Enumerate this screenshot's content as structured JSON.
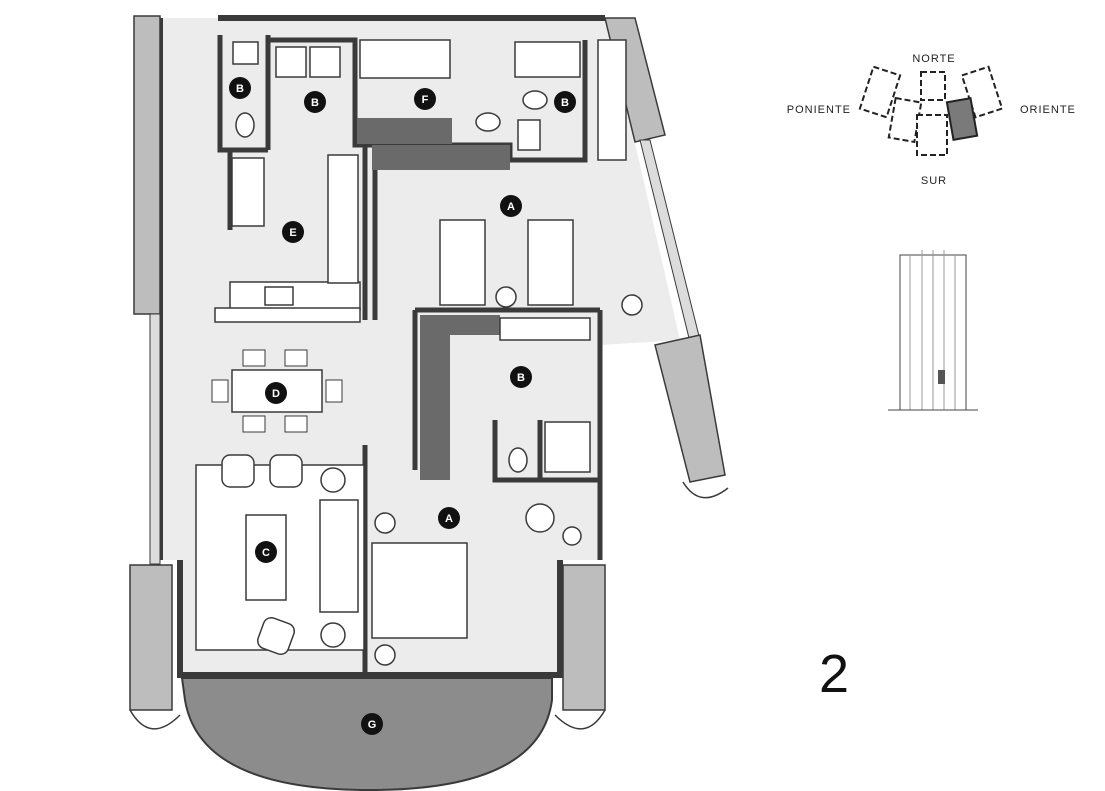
{
  "compass": {
    "north": "NORTE",
    "south": "SUR",
    "east": "ORIENTE",
    "west": "PONIENTE"
  },
  "unit": {
    "number": "2"
  },
  "rooms": [
    {
      "key": "bath-west",
      "letter": "B"
    },
    {
      "key": "bath-service",
      "letter": "B"
    },
    {
      "key": "laundry",
      "letter": "F"
    },
    {
      "key": "bath-north",
      "letter": "B"
    },
    {
      "key": "bedroom-twin",
      "letter": "A"
    },
    {
      "key": "kitchen",
      "letter": "E"
    },
    {
      "key": "bath-master",
      "letter": "B"
    },
    {
      "key": "dining",
      "letter": "D"
    },
    {
      "key": "bedroom-master",
      "letter": "A"
    },
    {
      "key": "living",
      "letter": "C"
    },
    {
      "key": "terrace",
      "letter": "G"
    }
  ],
  "colors": {
    "wall": "#3a3a3a",
    "floor": "#ececec",
    "terrace": "#8c8c8c",
    "marker": "#111111",
    "highlight": "#7a7a7a"
  }
}
